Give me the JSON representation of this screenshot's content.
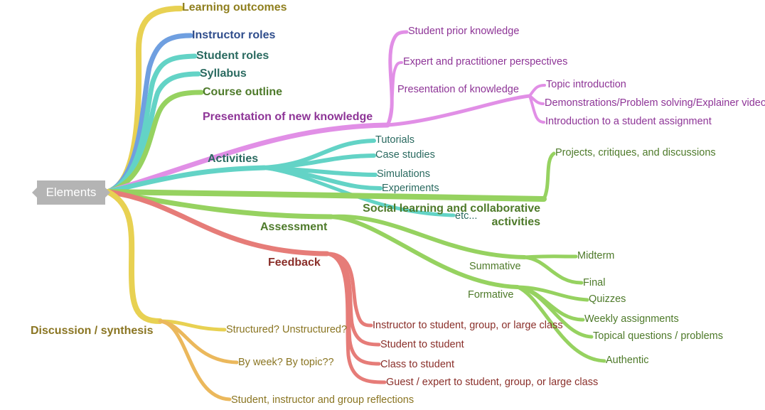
{
  "colors": {
    "yellow": "#e8d152",
    "blue": "#6f9fe0",
    "teal": "#63d3c6",
    "green": "#96d260",
    "purple": "#e18fe6",
    "red": "#e67c78",
    "orange": "#ebb85c"
  },
  "root": "Elements",
  "branches": {
    "learning_outcomes": "Learning outcomes",
    "instructor_roles": "Instructor roles",
    "student_roles": "Student roles",
    "syllabus": "Syllabus",
    "course_outline": "Course outline",
    "presentation": "Presentation of new knowledge",
    "activities": "Activities",
    "social_1": "Social learning and collaborative",
    "social_2": "activities",
    "assessment": "Assessment",
    "feedback": "Feedback",
    "discussion": "Discussion / synthesis"
  },
  "presentation_children": {
    "prior": "Student prior knowledge",
    "expert": "Expert and practitioner perspectives",
    "presentation_of_knowledge": "Presentation of knowledge",
    "topic": "Topic introduction",
    "demos": "Demonstrations/Problem solving/Explainer videos",
    "intro_assignment": "Introduction to a student assignment"
  },
  "activities_children": {
    "tutorials": "Tutorials",
    "case_studies": "Case studies",
    "simulations": "Simulations",
    "experiments": "Experiments",
    "etc": "etc..."
  },
  "social_children": {
    "projects": "Projects, critiques, and discussions"
  },
  "assessment_children": {
    "summative": "Summative",
    "midterm": "Midterm",
    "final": "Final",
    "formative": "Formative",
    "quizzes": "Quizzes",
    "weekly": "Weekly assignments",
    "topical": "Topical questions / problems",
    "authentic": "Authentic"
  },
  "feedback_children": {
    "instructor": "Instructor to student, group, or large class",
    "student": "Student to student",
    "class": "Class to student",
    "guest": "Guest / expert to student, group, or large class"
  },
  "discussion_children": {
    "structured": "Structured? Unstructured?",
    "by_week": "By week? By topic??",
    "reflections": "Student, instructor and group reflections"
  }
}
